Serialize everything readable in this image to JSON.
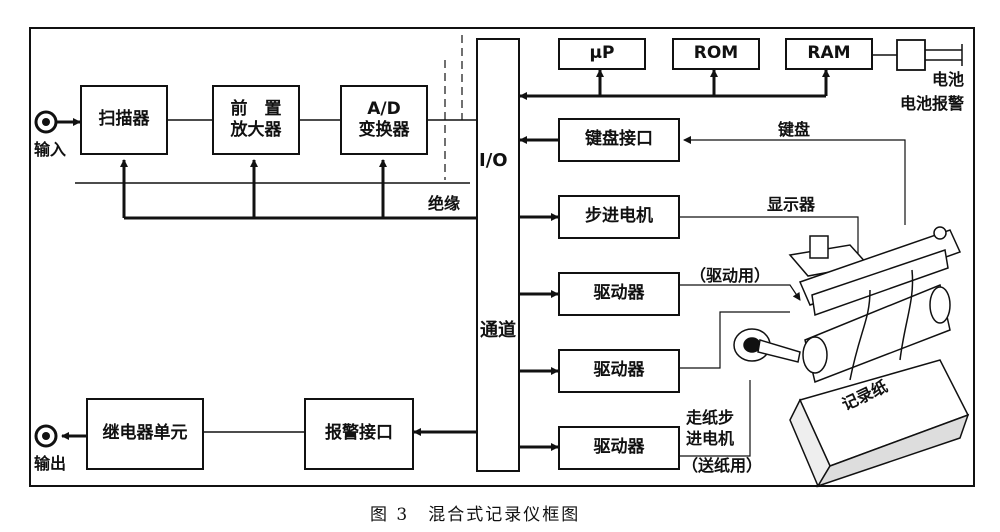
{
  "blocks": {
    "scanner": "扫描器",
    "preamp_line1": "前　置",
    "preamp_line2": "放大器",
    "adc_line1": "A/D",
    "adc_line2": "变换器",
    "io_top": "I/O",
    "io_bottom": "通道",
    "up": "μP",
    "rom": "ROM",
    "ram": "RAM",
    "keyboard_if": "键盘接口",
    "stepper": "步进电机",
    "driver1": "驱动器",
    "driver2": "驱动器",
    "driver3": "驱动器",
    "relay": "继电器单元",
    "alarm_if": "报警接口"
  },
  "labels": {
    "input": "输入",
    "output": "输出",
    "isolation": "绝缘",
    "battery": "电池",
    "battery_alarm": "电池报警",
    "keyboard": "键盘",
    "display": "显示器",
    "drive_use": "（驱动用）",
    "paper_motor_line1": "走纸步",
    "paper_motor_line2": "进电机",
    "paper_feed_use": "（送纸用）",
    "record_paper": "记录纸"
  },
  "caption": "图 3　混合式记录仪框图"
}
